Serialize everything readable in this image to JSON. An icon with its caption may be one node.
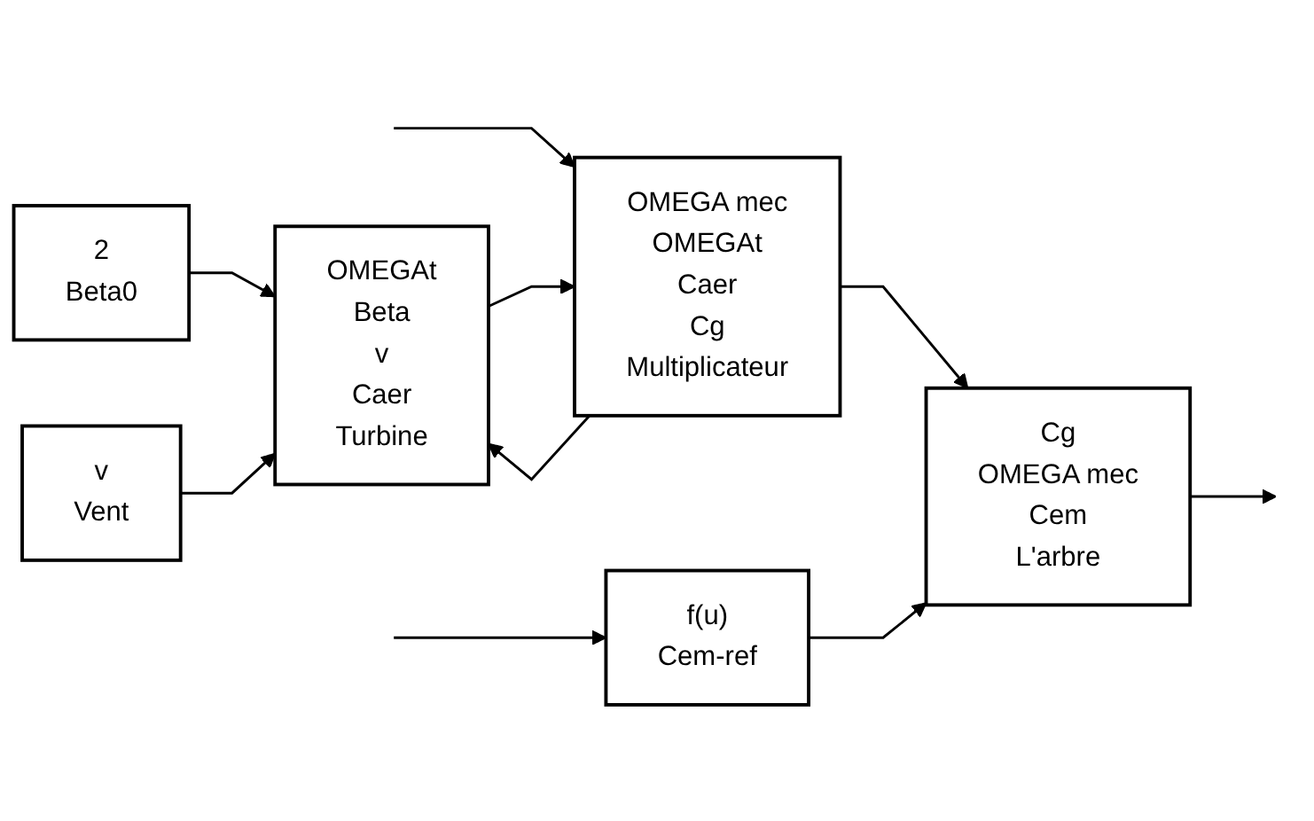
{
  "diagram": {
    "nodes": [
      {
        "text": [
          "2",
          "Beta0"
        ]
      },
      {
        "text": [
          "v",
          "Vent"
        ]
      },
      {
        "text": [
          "OMEGAt",
          "Beta",
          "v",
          "Caer",
          "Turbine"
        ]
      },
      {
        "text": [
          "OMEGA mec",
          "OMEGAt",
          "Caer",
          "Cg",
          "Multiplicateur"
        ]
      },
      {
        "text": [
          "Cg",
          "OMEGA mec",
          "Cem",
          "L'arbre"
        ]
      },
      {
        "text": [
          "f(u)",
          "Cem-ref"
        ]
      }
    ],
    "edges": [
      {
        "from": 3,
        "to": 2,
        "arrow": "to"
      },
      {
        "from": null,
        "to": 3,
        "arrow": "to"
      },
      {
        "from": 0,
        "to": 2,
        "arrow": "to"
      },
      {
        "from": 2,
        "to": 3,
        "arrow": "to"
      },
      {
        "from": 3,
        "to": 4,
        "arrow": "to"
      },
      {
        "from": 4,
        "to": null,
        "arrow": "to"
      },
      {
        "from": 1,
        "to": 2,
        "arrow": "to"
      },
      {
        "from": 5,
        "to": 4,
        "arrow": "to"
      },
      {
        "from": null,
        "to": 5,
        "arrow": "to"
      }
    ]
  }
}
